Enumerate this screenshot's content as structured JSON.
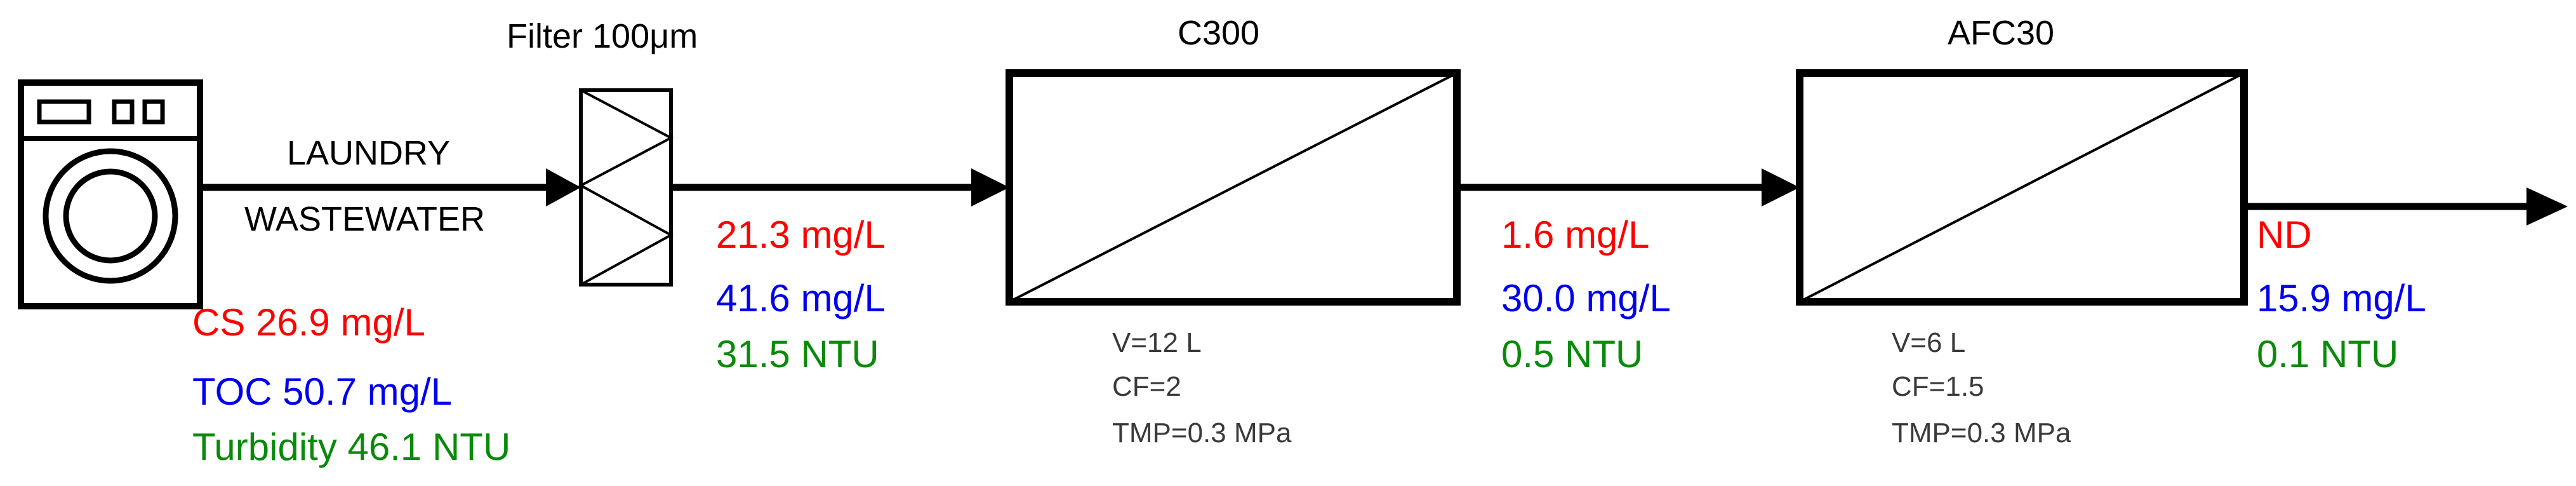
{
  "colors": {
    "cs": "#ff0000",
    "toc": "#0000ee",
    "turbidity": "#0a8a0a",
    "line": "#000000"
  },
  "icons": {
    "machine": "washing-machine-icon",
    "filter": "filter-icon"
  },
  "feed": {
    "label_line1": "LAUNDRY",
    "label_line2": "WASTEWATER",
    "cs": "CS 26.9 mg/L",
    "toc": "TOC 50.7 mg/L",
    "turbidity": "Turbidity 46.1 NTU"
  },
  "filter": {
    "label": "Filter 100μm"
  },
  "after_filter": {
    "cs": "21.3 mg/L",
    "toc": "41.6 mg/L",
    "turbidity": "31.5 NTU"
  },
  "c300": {
    "title": "C300",
    "volume": "V=12 L",
    "cf": "CF=2",
    "tmp": "TMP=0.3 MPa"
  },
  "after_c300": {
    "cs": "1.6 mg/L",
    "toc": "30.0 mg/L",
    "turbidity": "0.5 NTU"
  },
  "afc30": {
    "title": "AFC30",
    "volume": "V=6 L",
    "cf": "CF=1.5",
    "tmp": "TMP=0.3 MPa"
  },
  "after_afc30": {
    "cs": "ND",
    "toc": "15.9 mg/L",
    "turbidity": "0.1 NTU"
  }
}
